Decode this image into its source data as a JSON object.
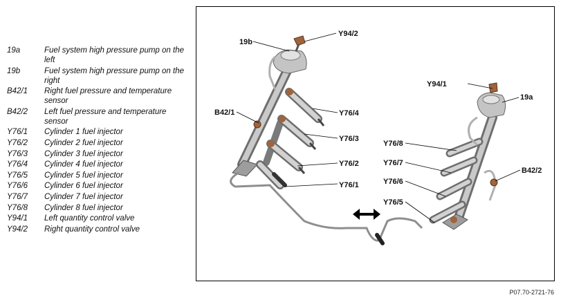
{
  "legend": [
    {
      "code": "19a",
      "desc": "Fuel system high pressure pump on the left"
    },
    {
      "code": "19b",
      "desc": "Fuel system high pressure pump on the right"
    },
    {
      "code": "B42/1",
      "desc": "Right fuel pressure and temperature sensor"
    },
    {
      "code": "B42/2",
      "desc": "Left fuel pressure and temperature sensor"
    },
    {
      "code": "Y76/1",
      "desc": "Cylinder 1 fuel injector"
    },
    {
      "code": "Y76/2",
      "desc": "Cylinder 2 fuel injector"
    },
    {
      "code": "Y76/3",
      "desc": "Cylinder 3 fuel injector"
    },
    {
      "code": "Y76/4",
      "desc": "Cylinder 4 fuel injector"
    },
    {
      "code": "Y76/5",
      "desc": "Cylinder 5 fuel injector"
    },
    {
      "code": "Y76/6",
      "desc": "Cylinder 6 fuel injector"
    },
    {
      "code": "Y76/7",
      "desc": "Cylinder 7 fuel injector"
    },
    {
      "code": "Y76/8",
      "desc": "Cylinder 8 fuel injector"
    },
    {
      "code": "Y94/1",
      "desc": "Left quantity control valve"
    },
    {
      "code": "Y94/2",
      "desc": "Right quantity control valve"
    }
  ],
  "callouts": {
    "c19b": "19b",
    "y94_2": "Y94/2",
    "b42_1": "B42/1",
    "y76_4": "Y76/4",
    "y76_3": "Y76/3",
    "y76_2": "Y76/2",
    "y76_1": "Y76/1",
    "y94_1": "Y94/1",
    "c19a": "19a",
    "y76_8": "Y76/8",
    "y76_7": "Y76/7",
    "y76_6": "Y76/6",
    "y76_5": "Y76/5",
    "b42_2": "B42/2"
  },
  "figure_id": "P07.70-2721-76",
  "colors": {
    "frame": "#000000",
    "metal": "#b8b8b8",
    "metal_dark": "#7a7a7a",
    "connector": "#a0643c",
    "text": "#111111"
  }
}
